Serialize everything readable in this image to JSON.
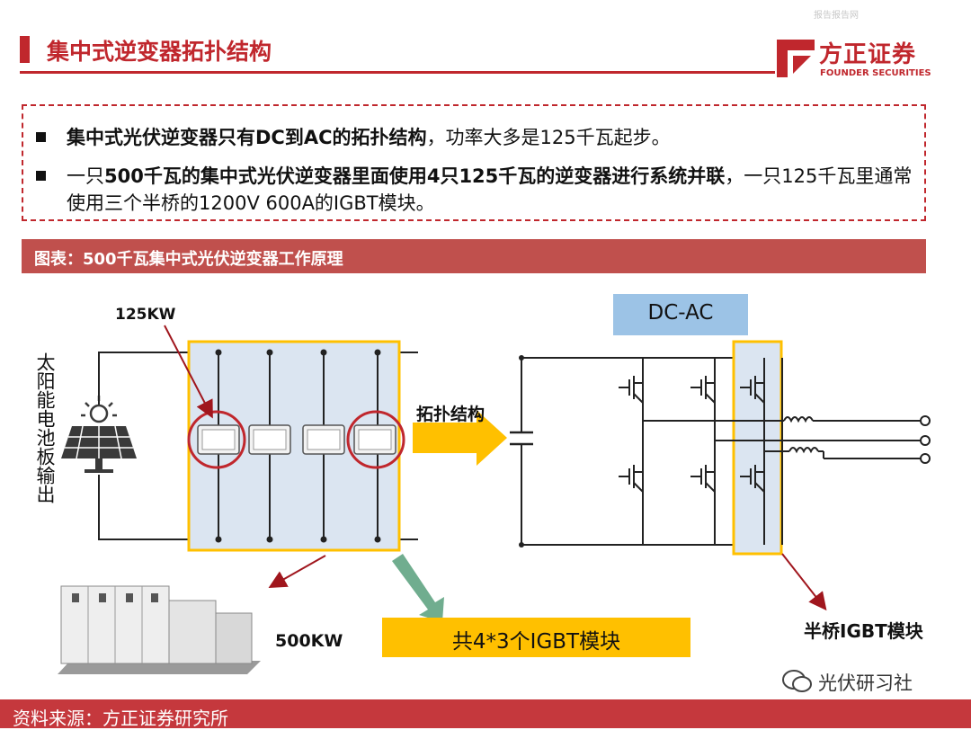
{
  "header": {
    "title": "集中式逆变器拓扑结构",
    "corner_note": "报告报告网",
    "logo_brand": "方正证券",
    "logo_sub": "FOUNDER SECURITIES"
  },
  "bullets": [
    {
      "bold": "集中式光伏逆变器只有DC到AC的拓扑结构",
      "rest": "，功率大多是125千瓦起步。"
    },
    {
      "prefix": "一只",
      "bold": "500千瓦的集中式光伏逆变器里面使用4只125千瓦的逆变器进行系统并联",
      "rest": "，一只125千瓦里通常使用三个半桥的1200V 600A的IGBT模块。"
    }
  ],
  "caption": "图表：500千瓦集中式光伏逆变器工作原理",
  "diagram": {
    "solar_label": "太阳能电池板输出",
    "module_label": "125KW",
    "topology_label": "拓扑结构",
    "dcac_label": "DC-AC",
    "system_label": "500KW",
    "igbt_total": "共4*3个IGBT模块",
    "half_bridge_label": "半桥IGBT模块",
    "colors": {
      "accent_red": "#c0272d",
      "yellow": "#ffc000",
      "light_blue": "#dbe5f1",
      "dcac_blue": "#9cc3e6",
      "arrow_green": "#70ad8f"
    }
  },
  "footer": {
    "source": "资料来源：方正证券研究所",
    "wechat": "光伏研习社"
  }
}
